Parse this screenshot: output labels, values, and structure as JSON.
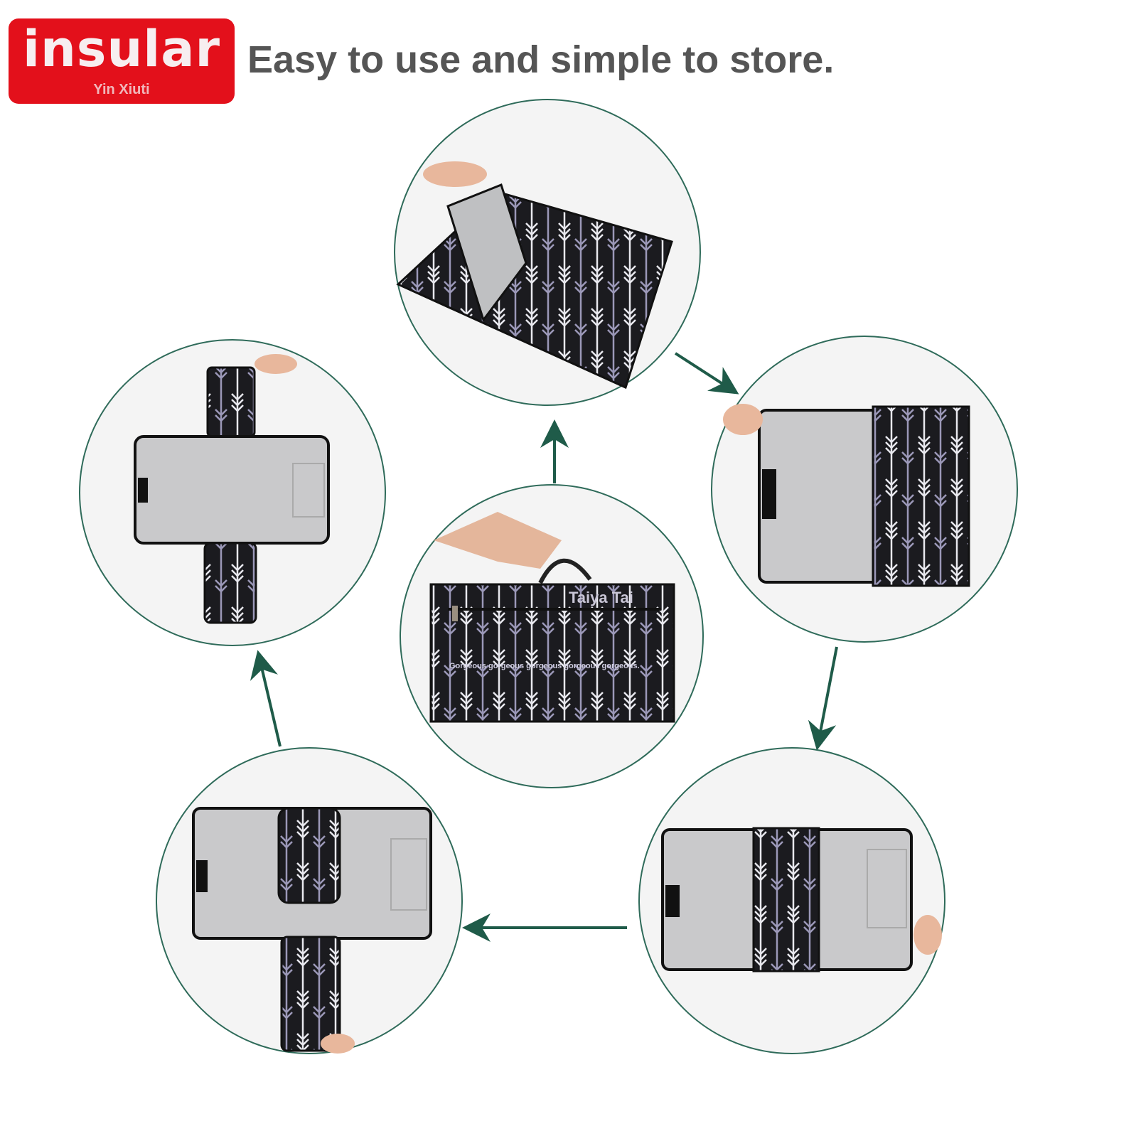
{
  "logo": {
    "text": "insular",
    "subtext": "Yin Xiuti",
    "color": "#e3101b"
  },
  "headline": "Easy to use and simple to store.",
  "product": {
    "brand_label": "Taiya Tai",
    "tagline": "Gorgeous gorgeous gorgeous gorgeous gorgeous."
  },
  "colors": {
    "arrow": "#1f5b49",
    "circle_border": "#2f6b5a",
    "fabric": "#1b1b1f",
    "mat": "#c9c9cb"
  },
  "steps": [
    {
      "name": "closed-bag-center"
    },
    {
      "name": "opening-flap-top"
    },
    {
      "name": "unfolded-half-right"
    },
    {
      "name": "unfolded-center-strip"
    },
    {
      "name": "unfolded-with-flap-bottom-left"
    },
    {
      "name": "fully-open-left"
    }
  ]
}
